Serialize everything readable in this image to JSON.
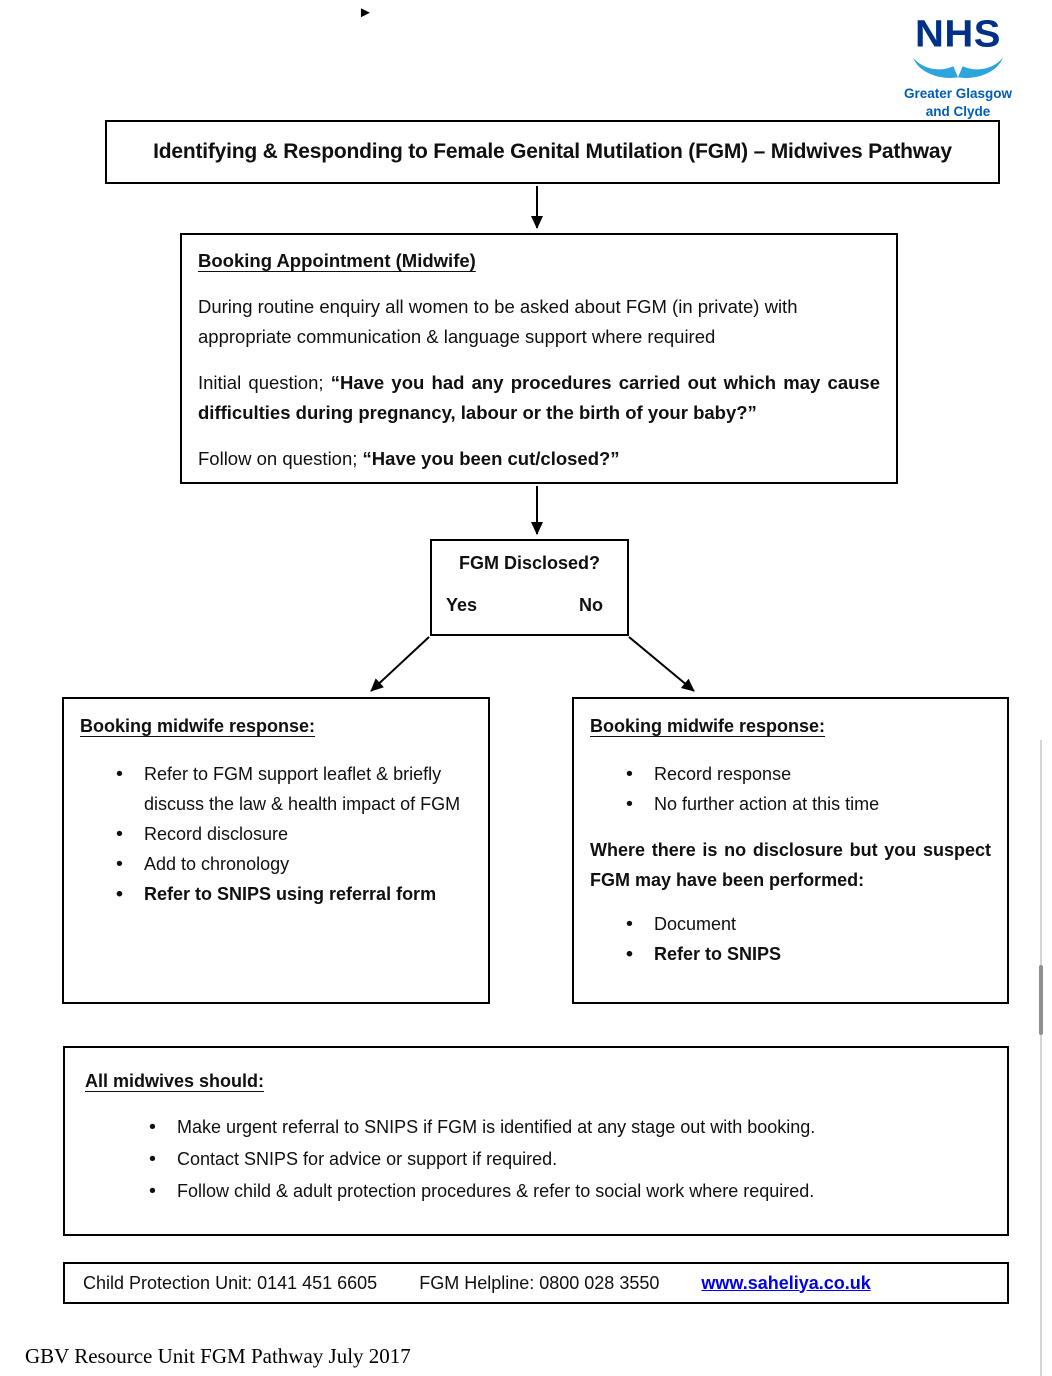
{
  "page": {
    "cursor_icon": "►",
    "footer_text": "GBV Resource Unit FGM Pathway July 2017"
  },
  "logo": {
    "nhs_text": "NHS",
    "org_line1": "Greater Glasgow",
    "org_line2": "and Clyde",
    "colors": {
      "nhs_blue": "#003087",
      "wing_blue": "#2DA5DC",
      "org_blue": "#005EB8"
    }
  },
  "title_banner": {
    "text": "Identifying & Responding to Female Genital Mutilation (FGM) – Midwives Pathway"
  },
  "booking_box": {
    "heading": "Booking Appointment (Midwife)",
    "intro": "During routine enquiry all women to be asked about FGM (in private) with appropriate communication & language support where required",
    "initial_label": "Initial question; ",
    "initial_question": "“Have you had any procedures carried out which may cause difficulties during pregnancy, labour or the birth of your baby?”",
    "follow_label": "Follow on question; ",
    "follow_question": "“Have you been cut/closed?”"
  },
  "decision_box": {
    "question": "FGM Disclosed?",
    "yes_label": "Yes",
    "no_label": "No"
  },
  "yes_branch": {
    "heading": "Booking midwife response:",
    "bullets": [
      "Refer to FGM support leaflet & briefly discuss the law & health impact of FGM",
      "Record disclosure",
      "Add to chronology",
      "Refer to SNIPS using referral form"
    ]
  },
  "no_branch": {
    "heading": "Booking midwife response:",
    "bullets": [
      "Record response",
      "No further action at this time"
    ],
    "suspect_note": "Where there is no disclosure but you suspect FGM may have been performed:",
    "suspect_bullets": [
      "Document",
      "Refer to SNIPS"
    ]
  },
  "all_midwives_box": {
    "heading": "All midwives should:",
    "bullets": [
      "Make urgent referral to SNIPS if FGM is identified at any stage out with booking.",
      "Contact SNIPS for advice or support if required.",
      "Follow child & adult protection procedures & refer to social work where required."
    ]
  },
  "contact_bar": {
    "cpu_label": "Child Protection Unit: 0141 451 6605",
    "helpline_label": "FGM Helpline: 0800 028 3550",
    "website_link": "www.saheliya.co.uk"
  }
}
